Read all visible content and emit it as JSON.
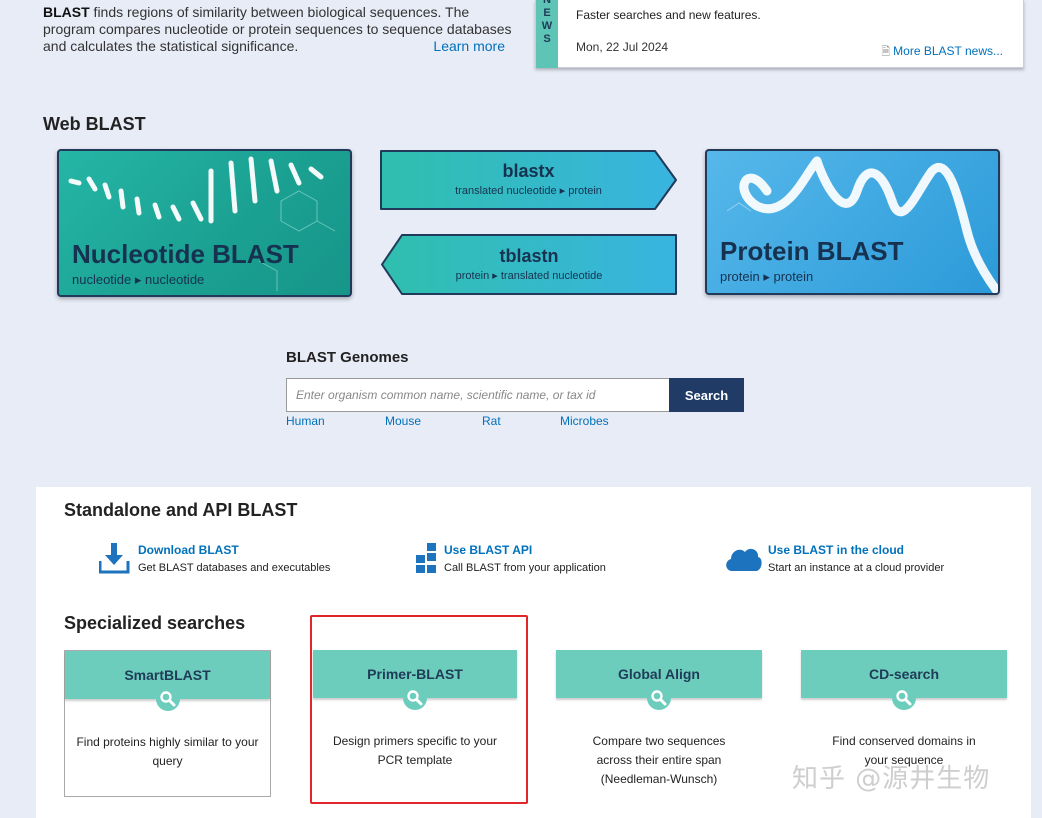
{
  "intro": {
    "brand": "BLAST",
    "text": " finds regions of similarity between biological sequences. The program compares nucleotide or protein sequences to sequence databases and calculates the statistical significance.",
    "learn_more": "Learn more"
  },
  "news": {
    "tab_letters": [
      "N",
      "E",
      "W",
      "S"
    ],
    "headline": "Faster searches and new features.",
    "date": "Mon, 22 Jul 2024",
    "more_link": "More BLAST news..."
  },
  "web_blast": {
    "title": "Web BLAST",
    "nucleotide": {
      "name": "Nucleotide BLAST",
      "sub": "nucleotide ▸ nucleotide"
    },
    "blastx": {
      "name": "blastx",
      "sub": "translated nucleotide ▸ protein"
    },
    "tblastn": {
      "name": "tblastn",
      "sub": "protein ▸ translated nucleotide"
    },
    "protein": {
      "name": "Protein BLAST",
      "sub": "protein ▸ protein"
    }
  },
  "genomes": {
    "title": "BLAST Genomes",
    "placeholder": "Enter organism common name, scientific name, or tax id",
    "search_label": "Search",
    "links": [
      "Human",
      "Mouse",
      "Rat",
      "Microbes"
    ]
  },
  "standalone": {
    "title": "Standalone and API BLAST",
    "tools": [
      {
        "title": "Download BLAST",
        "desc": "Get BLAST databases and executables"
      },
      {
        "title": "Use BLAST API",
        "desc": "Call BLAST from your application"
      },
      {
        "title": "Use BLAST in the cloud",
        "desc": "Start an instance at a cloud provider"
      }
    ]
  },
  "specialized": {
    "title": "Specialized searches",
    "items": [
      {
        "title": "SmartBLAST",
        "desc": "Find proteins highly similar to your query"
      },
      {
        "title": "Primer-BLAST",
        "desc": "Design primers specific to your PCR template"
      },
      {
        "title": "Global Align",
        "desc": "Compare two sequences across their entire span (Needleman-Wunsch)"
      },
      {
        "title": "CD-search",
        "desc": "Find conserved domains in your sequence"
      }
    ]
  },
  "watermark": "知乎 @源井生物",
  "colors": {
    "accent_teal": "#6dcdbd",
    "navy": "#1f3b66",
    "link": "#0071bc",
    "highlight": "#e0262a"
  }
}
